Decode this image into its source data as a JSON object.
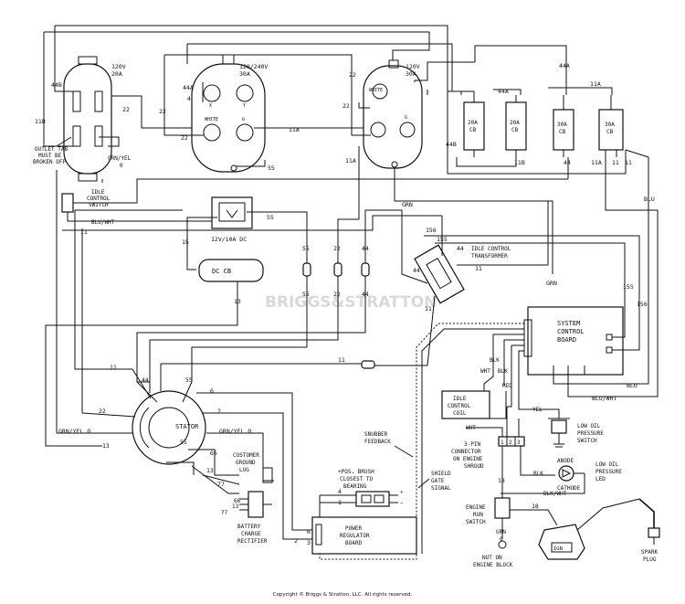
{
  "labels": {
    "outlet1_rating": [
      "120V",
      "20A"
    ],
    "outlet2_rating": [
      "120/240V",
      "30A"
    ],
    "outlet3_rating": [
      "120V",
      "30A"
    ],
    "outlet_tab_note": [
      "OUTLET TAB",
      "MUST BE",
      "BROKEN OFF"
    ],
    "white": "WHITE",
    "g": "G",
    "x": "X",
    "y": "Y",
    "cb20_1": [
      "20A",
      "CB"
    ],
    "cb20_2": [
      "20A",
      "CB"
    ],
    "cb30_1": [
      "30A",
      "CB"
    ],
    "cb30_2": [
      "30A",
      "CB"
    ],
    "idle_switch": [
      "IDLE",
      "CONTROL",
      "SWITCH"
    ],
    "dc_outlet": "12V/10A DC",
    "dc_cb": "DC CB",
    "idle_transformer": [
      "IDLE CONTROL",
      "TRANSFORMER"
    ],
    "system_board": [
      "SYSTEM",
      "CONTROL",
      "BOARD"
    ],
    "idle_coil": [
      "IDLE",
      "CONTROL",
      "COIL"
    ],
    "stator": "STATOR",
    "low_oil_switch": [
      "LOW OIL",
      "PRESSURE",
      "SWITCH"
    ],
    "connector_3pin": [
      "3-PIN",
      "CONNECTOR",
      "ON ENGINE",
      "SHROUD"
    ],
    "anode": "ANODE",
    "cathode": "CATHODE",
    "low_oil_led": [
      "LOW OIL",
      "PRESSURE",
      "LED"
    ],
    "snubber": [
      "SNUBBER",
      "FEEDBACK"
    ],
    "brush_note": [
      "+POS. BRUSH",
      "CLOSEST TO",
      "BEARING"
    ],
    "shield": [
      "SHIELD",
      "GATE",
      "SIGNAL"
    ],
    "customer_lug": [
      "CUSTOMER",
      "GROUND",
      "LUG"
    ],
    "rectifier": [
      "BATTERY",
      "CHARGE",
      "RECTIFIER"
    ],
    "power_board": [
      "POWER",
      "REGULATOR",
      "BOARD"
    ],
    "engine_run": [
      "ENGINE",
      "RUN",
      "SWITCH"
    ],
    "nut_note": [
      "NUT ON",
      "ENGINE BLOCK"
    ],
    "spark_plug": [
      "SPARK",
      "PLUG"
    ],
    "ign": "IGN",
    "watermark": "BRIGGS&STRATTON",
    "copyright": "Copyright © Briggs & Stratton, LLC. All rights reserved."
  },
  "wires": {
    "w11": "11",
    "w11a": "11A",
    "w11b": "11B",
    "w13": "13",
    "w15": "15",
    "w18": "18",
    "w2": "2",
    "w22": "22",
    "w4": "4",
    "w44": "44",
    "w44a": "44A",
    "w44b": "44B",
    "w55": "55",
    "w6": "6",
    "w66": "66",
    "w77": "77",
    "w155": "155",
    "w156": "156",
    "w1": "1",
    "w3": "3",
    "w0": "0",
    "grn": "GRN",
    "grnyel": "GRN/YEL",
    "grnyel0": "GRN/YEL 0",
    "bluwht": "BLU/WHT",
    "blu": "BLU",
    "blk": "BLK",
    "wht": "WHT",
    "red": "RED",
    "yel": "YEL",
    "blkwht": "BLK/WHT",
    "n1": "1",
    "n2": "2",
    "n3": "3"
  }
}
